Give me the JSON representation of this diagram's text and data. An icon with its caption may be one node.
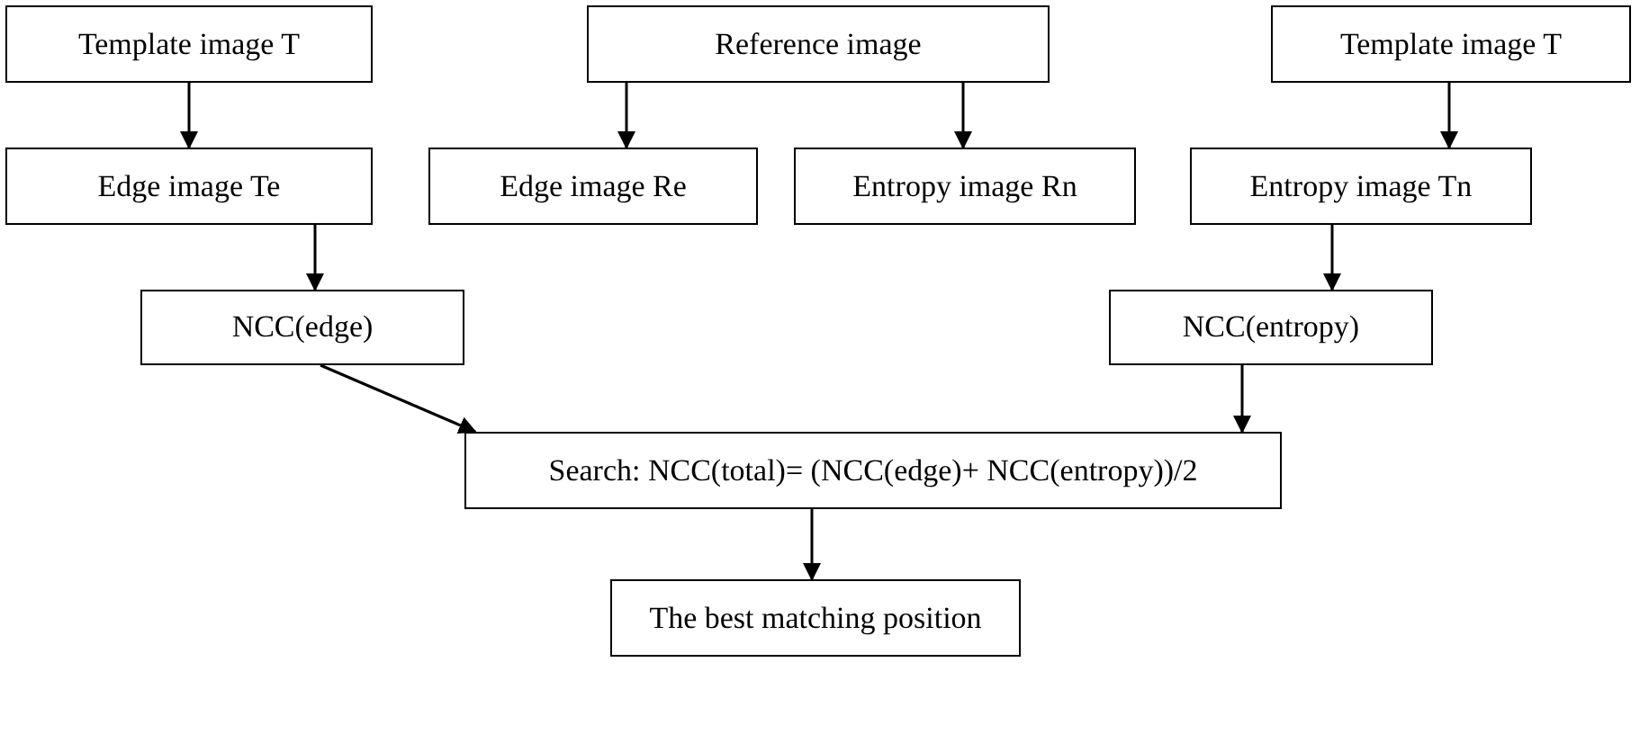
{
  "diagram": {
    "nodes": [
      {
        "text": [
          "Template image T"
        ]
      },
      {
        "text": [
          "Reference image"
        ]
      },
      {
        "text": [
          "Template image T"
        ]
      },
      {
        "text": [
          "Edge image Te"
        ]
      },
      {
        "text": [
          "Edge image Re"
        ]
      },
      {
        "text": [
          "Entropy image Rn"
        ]
      },
      {
        "text": [
          "Entropy image Tn"
        ]
      },
      {
        "text": [
          "NCC(edge)"
        ]
      },
      {
        "text": [
          "NCC(entropy)"
        ]
      },
      {
        "text": [
          "Search: NCC(total)= (NCC(edge)+ NCC(entropy))/2"
        ]
      },
      {
        "text": [
          "The best matching position"
        ]
      }
    ],
    "edges": [
      {
        "from": 0,
        "to": 3,
        "arrow": "to"
      },
      {
        "from": 1,
        "to": 4,
        "arrow": "to"
      },
      {
        "from": 1,
        "to": 5,
        "arrow": "to"
      },
      {
        "from": 2,
        "to": 6,
        "arrow": "to"
      },
      {
        "from": 3,
        "to": 7,
        "arrow": "to"
      },
      {
        "from": 6,
        "to": 8,
        "arrow": "to"
      },
      {
        "from": 7,
        "to": 9,
        "arrow": "to"
      },
      {
        "from": 8,
        "to": 9,
        "arrow": "to"
      },
      {
        "from": 9,
        "to": 10,
        "arrow": "to"
      }
    ]
  }
}
